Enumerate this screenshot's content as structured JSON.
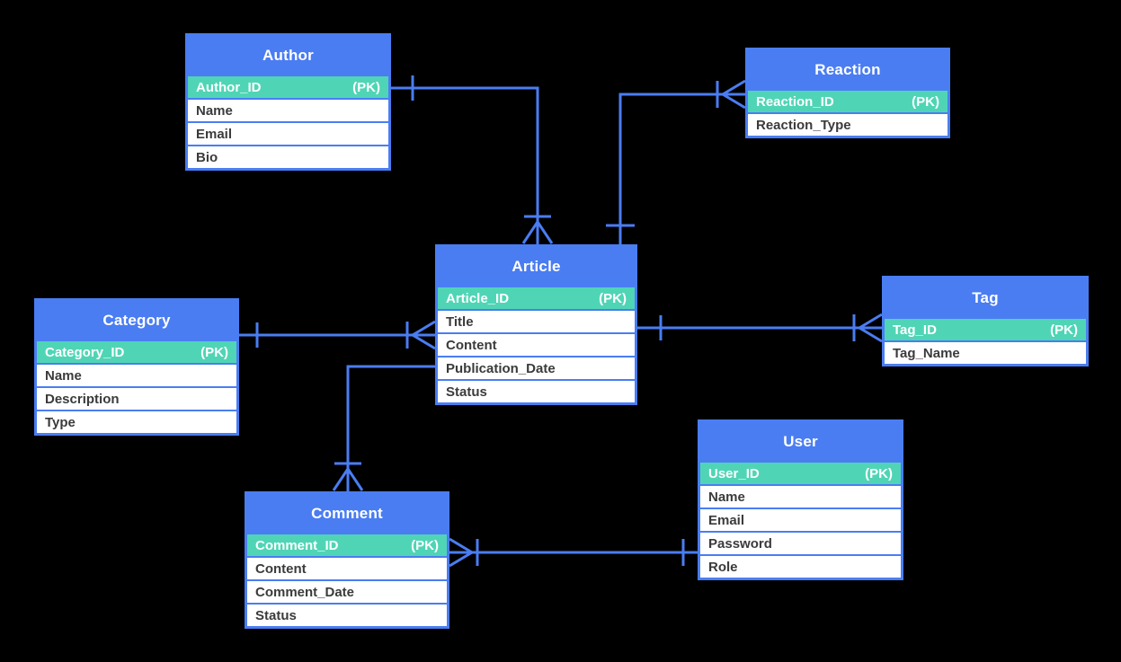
{
  "diagram": {
    "type": "entity-relationship",
    "background": "#000000",
    "colors": {
      "entity_header": "#4A7DF2",
      "entity_border": "#4A7DF2",
      "connector": "#4A7DF2",
      "pk_row": "#4FD5B5",
      "header_text": "#FFFFFF",
      "row_text": "#3B3B3B"
    },
    "entities": [
      {
        "name": "Author",
        "pk": {
          "field": "Author_ID",
          "badge": "(PK)"
        },
        "fields": [
          "Name",
          "Email",
          "Bio"
        ]
      },
      {
        "name": "Reaction",
        "pk": {
          "field": "Reaction_ID",
          "badge": "(PK)"
        },
        "fields": [
          "Reaction_Type"
        ]
      },
      {
        "name": "Article",
        "pk": {
          "field": "Article_ID",
          "badge": "(PK)"
        },
        "fields": [
          "Title",
          "Content",
          "Publication_Date",
          "Status"
        ]
      },
      {
        "name": "Category",
        "pk": {
          "field": "Category_ID",
          "badge": "(PK)"
        },
        "fields": [
          "Name",
          "Description",
          "Type"
        ]
      },
      {
        "name": "Tag",
        "pk": {
          "field": "Tag_ID",
          "badge": "(PK)"
        },
        "fields": [
          "Tag_Name"
        ]
      },
      {
        "name": "User",
        "pk": {
          "field": "User_ID",
          "badge": "(PK)"
        },
        "fields": [
          "Name",
          "Email",
          "Password",
          "Role"
        ]
      },
      {
        "name": "Comment",
        "pk": {
          "field": "Comment_ID",
          "badge": "(PK)"
        },
        "fields": [
          "Content",
          "Comment_Date",
          "Status"
        ]
      }
    ],
    "relationships": [
      {
        "from": "Author",
        "to": "Article",
        "from_cardinality": "one",
        "to_cardinality": "one-or-many"
      },
      {
        "from": "Article",
        "to": "Reaction",
        "from_cardinality": "one",
        "to_cardinality": "one-or-many"
      },
      {
        "from": "Category",
        "to": "Article",
        "from_cardinality": "one",
        "to_cardinality": "one-or-many"
      },
      {
        "from": "Article",
        "to": "Tag",
        "from_cardinality": "one",
        "to_cardinality": "one-or-many"
      },
      {
        "from": "Article",
        "to": "Comment",
        "from_cardinality": "unmarked",
        "to_cardinality": "one-or-many"
      },
      {
        "from": "User",
        "to": "Comment",
        "from_cardinality": "one",
        "to_cardinality": "one-or-many"
      }
    ]
  }
}
